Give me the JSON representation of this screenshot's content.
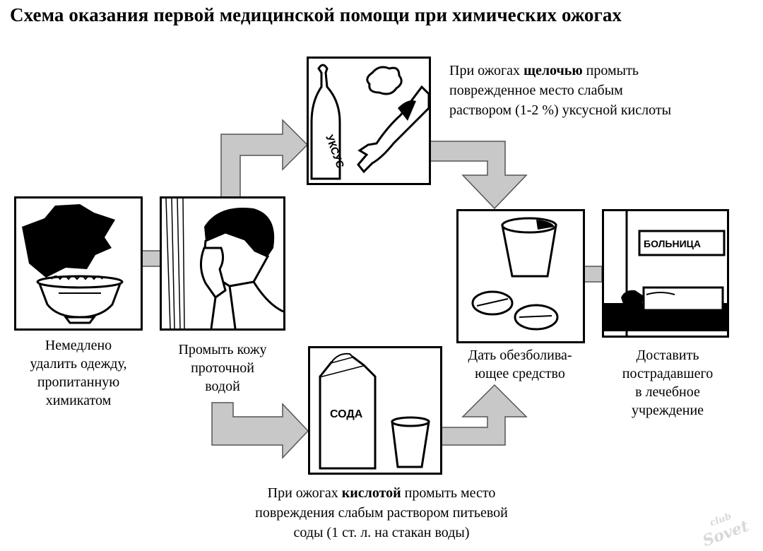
{
  "title": "Схема оказания первой медицинской помощи при химических ожогах",
  "steps": {
    "remove": {
      "lines": [
        "Немедлено",
        "удалить одежду,",
        "пропитанную",
        "химикатом"
      ]
    },
    "rinse": {
      "lines": [
        "Промыть кожу",
        "проточной",
        "водой"
      ]
    },
    "painkiller": {
      "lines": [
        "Дать обезболива-",
        "ющее средство"
      ]
    },
    "hospital": {
      "lines": [
        "Доставить",
        "пострадавшего",
        "в лечебное",
        "учреждение"
      ]
    }
  },
  "alkali_note": {
    "line1_pre": "При ожогах ",
    "line1_bold": "щелочью",
    "line1_post": " промыть",
    "line2": "поврежденное место слабым",
    "line3": "раствором (1-2 %) уксусной кислоты"
  },
  "acid_note": {
    "line1_pre": "При ожогах ",
    "line1_bold": "кислотой",
    "line1_post": " промыть место",
    "line2": "повреждения слабым раствором питьевой",
    "line3": "соды (1 ст. л. на стакан воды)"
  },
  "labels": {
    "vinegar": "УКСУС",
    "soda": "СОДА",
    "hospital_sign": "БОЛЬНИЦА"
  },
  "watermark": {
    "line1": "club",
    "line2": "Sovet"
  },
  "colors": {
    "arrow_fill": "#c8c8c8",
    "ink": "#000000",
    "paper": "#ffffff"
  }
}
